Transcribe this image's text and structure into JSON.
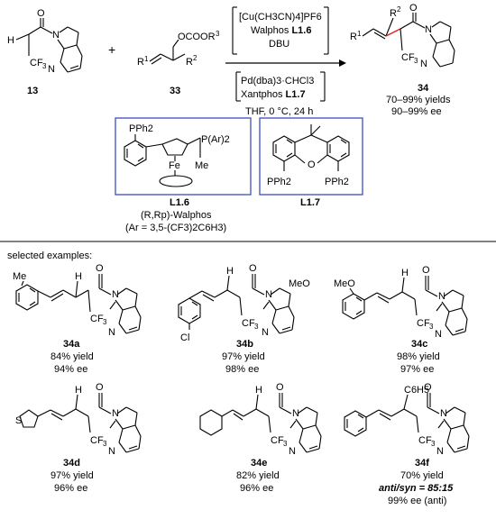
{
  "reagents": {
    "cat1_line1": "[Cu(CH3CN)4]PF6",
    "cat1_line2_pre": "Walphos ",
    "cat1_line2_lig": "L1.6",
    "cat1_line3": "DBU",
    "cat2_line1": "Pd(dba)3·CHCl3",
    "cat2_line2_pre": "Xantphos ",
    "cat2_line2_lig": "L1.7",
    "conditions": "THF, 0 °C, 24 h",
    "yields": "70–99% yields",
    "ee": "90–99% ee",
    "plus": "+"
  },
  "compounds": {
    "c13": "13",
    "c33": "33",
    "c34": "34",
    "substituent_ocoor": "OCOOR",
    "r3": "3",
    "r1": "R",
    "r1_sup": "1",
    "r2": "R",
    "r2_sup": "2",
    "cf3": "CF3",
    "o": "O",
    "n": "N",
    "h": "H"
  },
  "ligands": {
    "L16_label": "L1.6",
    "L16_name": "(R,Rp)-Walphos",
    "L16_ar": "(Ar = 3,5-(CF3)2C6H3)",
    "L16_pph2": "PPh2",
    "L16_par2": "P(Ar)2",
    "L16_fe": "Fe",
    "L16_me": "Me",
    "L17_label": "L1.7",
    "L17_pph2_left": "PPh2",
    "L17_pph2_right": "PPh2",
    "L17_o": "O"
  },
  "section_title": "selected examples:",
  "examples": [
    {
      "id": "34a",
      "yield": "84% yield",
      "ee": "94% ee",
      "sub": "Me"
    },
    {
      "id": "34b",
      "yield": "97% yield",
      "ee": "98% ee",
      "sub": "Cl"
    },
    {
      "id": "34c",
      "yield": "98% yield",
      "ee": "97% ee",
      "sub": "MeO"
    },
    {
      "id": "34d",
      "yield": "97% yield",
      "ee": "96% ee",
      "sub": "S"
    },
    {
      "id": "34e",
      "yield": "82% yield",
      "ee": "96% ee",
      "sub": ""
    },
    {
      "id": "34f",
      "yield": "70% yield",
      "ee": "99% ee (anti)",
      "dr": "anti/syn = 85:15",
      "sub": "C6H5"
    }
  ],
  "colors": {
    "box": "#3b4fc4",
    "highlight_bond": "#d9211e"
  }
}
